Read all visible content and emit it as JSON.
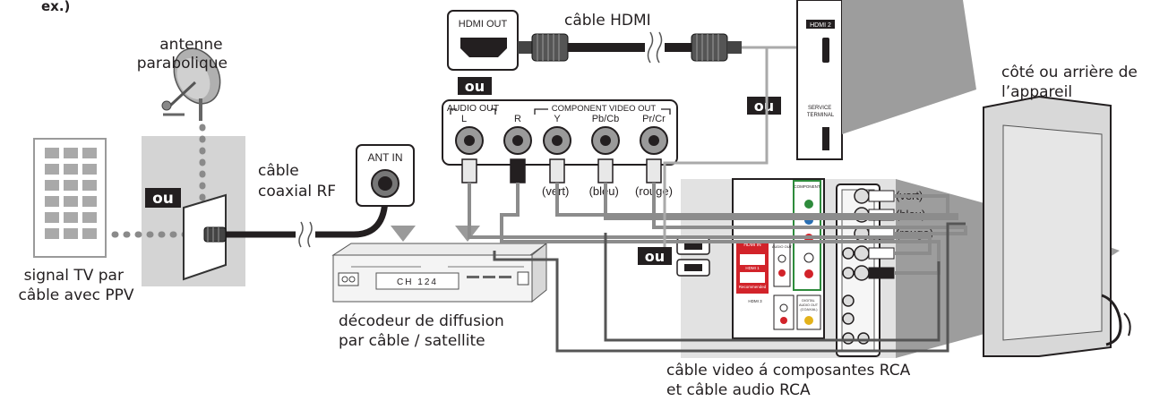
{
  "header_fragment": "ex.)",
  "labels": {
    "dish": [
      "antenne",
      "parabolique"
    ],
    "cable_source": [
      "signal TV par",
      "câble avec PPV"
    ],
    "coax": [
      "câble",
      "coaxial RF"
    ],
    "ant_in": "ANT IN",
    "decoder": [
      "décodeur de diffusion",
      "par câble / satellite"
    ],
    "hdmi_out": "HDMI OUT",
    "hdmi_cable": "câble HDMI",
    "audio_out": "AUDIO OUT",
    "component_out": "COMPONENT VIDEO OUT",
    "jack_l": "L",
    "jack_r": "R",
    "jack_y": "Y",
    "jack_pb": "Pb/Cb",
    "jack_pr": "Pr/Cr",
    "plug_green": "(vert)",
    "plug_blue": "(bleu)",
    "plug_red": "(rouge)",
    "tv_side": [
      "côté ou arrière de",
      "l’appareil"
    ],
    "rca_cable": [
      "câble video á composantes RCA",
      "et câble audio RCA"
    ],
    "tv_hdmi_port": "HDMI 2",
    "tv_service": [
      "SERVICE",
      "TERMINAL"
    ],
    "panel_hdmi_in": "HDMI IN",
    "panel_recommended": "Recommended",
    "panel_hdmi1": "HDMI 1",
    "panel_hdmi3": "HDMI 3",
    "panel_component": "COMPONENT",
    "panel_audio_out": "AUDIO OUT",
    "panel_digital": [
      "DIGITAL",
      "AUDIO OUT",
      "(COAXIAL)"
    ],
    "decoder_display": "CH 124"
  },
  "badges": {
    "or_word": "ou"
  },
  "colors": {
    "cable_gray": "#8c8c8c",
    "badge_bg": "#231f20",
    "panel_red": "#d2232a",
    "panel_green": "#2e8b3c"
  }
}
